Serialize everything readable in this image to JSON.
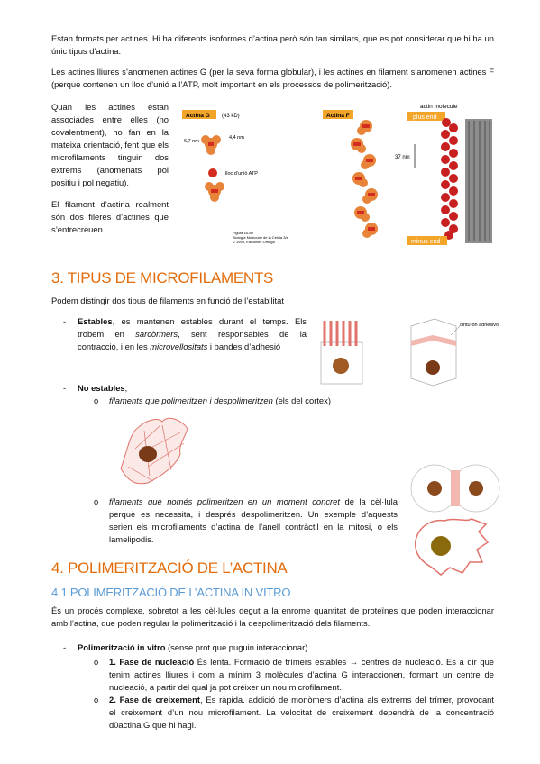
{
  "intro": {
    "p1": "Estan formats per actines. Hi ha diferents isoformes d’actina però són tan similars, que es pot considerar que hi ha un únic tipus d’actina.",
    "p2": "Les actines lliures s’anomenen actines G (per la seva forma globular), i les actines en filament s’anomenen actines F (perquè contenen un lloc d’unió a l’ATP, molt important en els processos de polimerització).",
    "p3": "Quan les actines estan associades entre elles (no covalentment), ho fan en la mateixa orientació, fent que els microfilaments tinguin dos extrems (anomenats pol positiu i pol negatiu).",
    "p4": "El filament d’actina realment són dos fileres d’actines que s’entrecreuen."
  },
  "figure_actin": {
    "actina_g_label": "Actina G",
    "kd_label": "(43 kD)",
    "dim1": "6,7 nm",
    "dim2": "4,4 nm",
    "atp_label": "lloc d’unió ATP",
    "actina_f_label": "Actina F",
    "molecule_label": "actin molecule",
    "plus_end": "plus end",
    "minus_end": "minus end",
    "nm37": "37 nm",
    "caption1": "Figura 16-50",
    "caption2": "Biología Molecular de la Célula 3/e",
    "caption3": "© 1996, Ediciones Omega"
  },
  "section3": {
    "title": "3. TIPUS DE MICROFILAMENTS",
    "intro": "Podem distingir dos tipus de filaments en funció de l’estabilitat",
    "stable_bold": "Estables",
    "stable_line1_rest": ", es mantenen estables durant el temps. Els",
    "stable_line2_a": "trobem en ",
    "stable_line2_i": "sarcòrmers",
    "stable_line2_b": ", sent responsables de la",
    "stable_line3_a": "contracció, i en les ",
    "stable_line3_i": "microvellositats",
    "stable_line3_b": " i bandes d’adhesió",
    "cinturon": "cinturón adhesivo",
    "nostable_bold": "No estables",
    "nostable_comma": ",",
    "sub1_i": "filaments que polimeritzen i despolimeritzen",
    "sub1_rest": " (els del cortex)",
    "sub2_line1_i": "filaments que només polimeritzen en un moment concret",
    "sub2_line1_rest": " de la cèl·lula",
    "sub2_line2": "perquè es necessita, i després despolimeritzen. Un exemple d’aquests",
    "sub2_line3": "serien els microfilaments d’actina de l’anell contràctil en la mitosi, o els",
    "sub2_line4": "lamelipodis."
  },
  "section4": {
    "title": "4. POLIMERITZACIÓ DE L’ACTINA",
    "subtitle": "4.1 POLIMERITZACIÓ DE L’ACTINA IN VITRO",
    "p1_line1": "És un procés complexe, sobretot a les cèl·lules degut a la enrome quantitat de proteïnes que poden interaccionar",
    "p1_line2": "amb l’actina, que poden regular la polimerització i la despolimerització dels filaments.",
    "item_bold": "Polimerització in vitro",
    "item_rest": " (sense prot que puguin interaccionar).",
    "step1_bold": "1. Fase de nucleació",
    "step1_l1": " És lenta. Formació de trímers estables → centres de nucleació. Es a dir que",
    "step1_l2": "tenim actines lliures i com a mínim 3 molècules d’actina G interaccionen, formant un centre de",
    "step1_l3": "nucleació, a partir del qual ja pot créixer un nou microfilament.",
    "step2_bold": "2. Fase de creixement",
    "step2_l1": ", És ràpida. addició de monòmers d’actina als extrems del trímer, provocant",
    "step2_l2": "el creixement d’un nou microfilament. La velocitat de creixement dependrà de la concentració",
    "step2_l3": "d0actina G que hi hagi."
  },
  "symbols": {
    "dash": "-",
    "circle": "o"
  },
  "colors": {
    "heading1": "#e36c0a",
    "heading2": "#5b9bd5",
    "actin": "#d42c1e",
    "nucleus": "#8b4a1c"
  }
}
